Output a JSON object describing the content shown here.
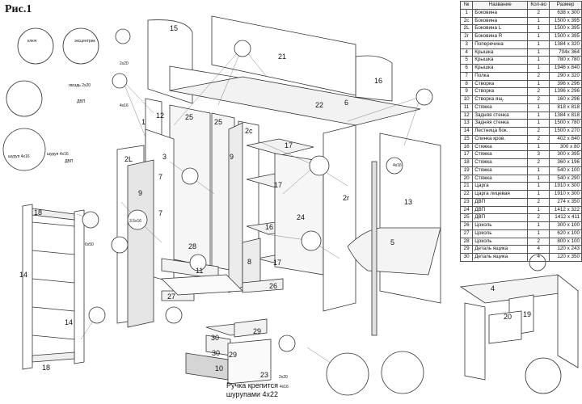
{
  "figure_title": "Рис.1",
  "table": {
    "headers": [
      "№",
      "Название",
      "Кол-во",
      "Размер"
    ],
    "rows": [
      [
        "1",
        "Боковина",
        "2",
        "638 x 300"
      ],
      [
        "2с",
        "Боковина",
        "1",
        "1500 x 395"
      ],
      [
        "2L",
        "Боковина L",
        "1",
        "1500 x 395"
      ],
      [
        "2r",
        "Боковина R",
        "1",
        "1500 x 395"
      ],
      [
        "3",
        "Поперечина",
        "1",
        "1384 x 320"
      ],
      [
        "4",
        "Крышка",
        "1",
        "704x 364"
      ],
      [
        "5",
        "Крышка",
        "1",
        "780 x 780"
      ],
      [
        "6",
        "Крышка",
        "1",
        "1946 x 840"
      ],
      [
        "7",
        "Полка",
        "2",
        "290 x 320"
      ],
      [
        "8",
        "Створка",
        "1",
        "396 x 296"
      ],
      [
        "9",
        "Створка",
        "2",
        "1396 x 296"
      ],
      [
        "10",
        "Створка ящ.",
        "2",
        "160 x 296"
      ],
      [
        "11",
        "Стяжка",
        "1",
        "818 x 818"
      ],
      [
        "12",
        "Задняя стенка",
        "1",
        "1384 x 818"
      ],
      [
        "13",
        "Задняя стенка",
        "1",
        "1500 x 780"
      ],
      [
        "14",
        "Лестница бок.",
        "2",
        "1500 x 270"
      ],
      [
        "15",
        "Спинка кров.",
        "2",
        "402 x 840"
      ],
      [
        "16",
        "Стяжка",
        "1",
        "300 x 80"
      ],
      [
        "17",
        "Стяжка",
        "3",
        "300 x 395"
      ],
      [
        "18",
        "Стяжка",
        "2",
        "360 x 196"
      ],
      [
        "19",
        "Стяжка",
        "1",
        "540 x 100"
      ],
      [
        "20",
        "Стяжка",
        "1",
        "540 x 290"
      ],
      [
        "21",
        "Царга",
        "1",
        "1910 x 300"
      ],
      [
        "22",
        "Царга лицевая",
        "1",
        "1910 x 300"
      ],
      [
        "23",
        "ДВП",
        "2",
        "274 x 350"
      ],
      [
        "24",
        "ДВП",
        "1",
        "1412 x 322"
      ],
      [
        "25",
        "ДВП",
        "2",
        "1412 x 411"
      ],
      [
        "26",
        "Цоколь",
        "1",
        "300 x 100"
      ],
      [
        "27",
        "Цоколь",
        "1",
        "620 x 100"
      ],
      [
        "28",
        "Цоколь",
        "2",
        "800 x 100"
      ],
      [
        "29",
        "Деталь ящика",
        "4",
        "120 x 243"
      ],
      [
        "30",
        "Деталь ящика",
        "4",
        "120 x 350"
      ]
    ]
  },
  "part_labels": [
    "15",
    "21",
    "16",
    "22",
    "6",
    "12",
    "25",
    "25",
    "1",
    "2c",
    "2L",
    "3",
    "9",
    "7",
    "7",
    "9",
    "17",
    "17",
    "2r",
    "13",
    "18",
    "14",
    "14",
    "18",
    "28",
    "11",
    "8",
    "16",
    "24",
    "17",
    "27",
    "26",
    "5",
    "30",
    "29",
    "29",
    "30",
    "10",
    "23",
    "4",
    "20",
    "19"
  ],
  "callouts": [
    "ключ",
    "гвоздь 2х20",
    "ДВП",
    "эксцентрик",
    "шуруп 4х16",
    "2х20",
    "4х16",
    "3.5х16",
    "шуруп 4х16",
    "ДВП",
    "4х16",
    "6х50",
    "2х20",
    "4х16"
  ],
  "note": "Ручка крепится шурупами 4х22",
  "colors": {
    "line": "#333333",
    "panel": "#ffffff",
    "shade": "#e8e8e8",
    "frame": "#d2d2d2"
  }
}
